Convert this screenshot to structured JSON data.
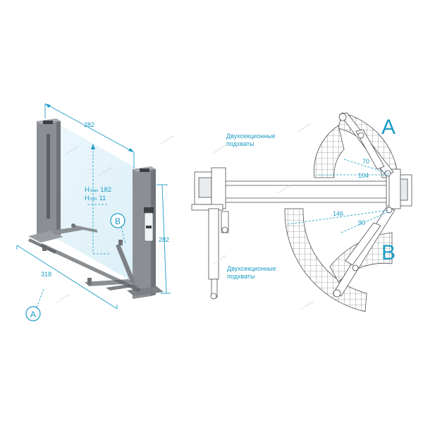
{
  "left_view": {
    "width_label": "282",
    "depth_label": "318",
    "height_label": "282",
    "h_max_label": "H",
    "h_max_sub": "max",
    "h_max_value": "182",
    "h_min_label": "H",
    "h_min_sub": "min",
    "h_min_value": "11",
    "brand": "NORDBERG",
    "callout_a": "A",
    "callout_b": "B"
  },
  "right_view": {
    "label_top": "Двухсекционные подхваты",
    "label_top_line1": "Двухсекционные",
    "label_top_line2": "подхваты",
    "label_bottom_line1": "Двухсекционные",
    "label_bottom_line2": "подхваты",
    "section_a": "A",
    "section_b": "B",
    "dim_70": "70",
    "dim_104": "104",
    "dim_146": "146",
    "dim_90": "90"
  },
  "colors": {
    "accent": "#1c9cc4",
    "post": "#7d8186",
    "outline": "#4a4f55"
  }
}
